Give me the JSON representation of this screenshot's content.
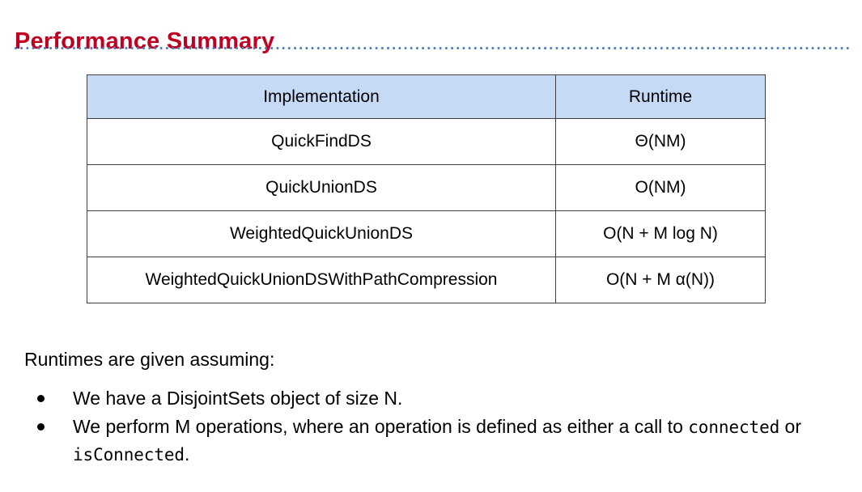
{
  "slide": {
    "title": "Performance Summary"
  },
  "table": {
    "columns": [
      {
        "key": "implementation",
        "label": "Implementation"
      },
      {
        "key": "runtime",
        "label": "Runtime"
      }
    ],
    "rows": [
      {
        "implementation": "QuickFindDS",
        "runtime": "Θ(NM)"
      },
      {
        "implementation": "QuickUnionDS",
        "runtime": "O(NM)"
      },
      {
        "implementation": "WeightedQuickUnionDS",
        "runtime": "O(N + M log N)"
      },
      {
        "implementation": "WeightedQuickUnionDSWithPathCompression",
        "runtime": "O(N + M α(N))"
      }
    ]
  },
  "notes": {
    "lead": "Runtimes are given assuming:",
    "bullets": [
      {
        "segments": [
          {
            "text": "We have a DisjointSets object of size N.",
            "mono": false
          }
        ]
      },
      {
        "segments": [
          {
            "text": "We perform M operations, where an operation is defined as either a call to ",
            "mono": false
          },
          {
            "text": "connected",
            "mono": true
          },
          {
            "text": " or ",
            "mono": false
          },
          {
            "text": "isConnected",
            "mono": true
          },
          {
            "text": ".",
            "mono": false
          }
        ]
      }
    ]
  },
  "colors": {
    "title": "#c00020",
    "rule": "#4a7ebb",
    "table_header_fill": "#c6d9f5",
    "table_border": "#3f3f3f",
    "text": "#000000"
  }
}
